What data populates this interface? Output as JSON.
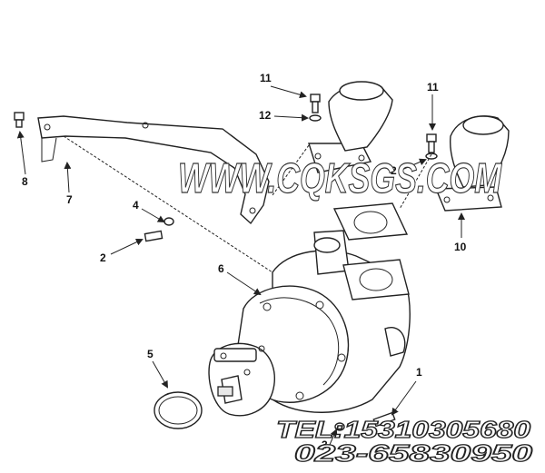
{
  "callouts": {
    "c1": "1",
    "c2a": "2",
    "c2b": "2",
    "c3": "3",
    "c4": "4",
    "c5": "5",
    "c6": "6",
    "c7": "7",
    "c8": "8",
    "c10": "10",
    "c11a": "11",
    "c11b": "11",
    "c12": "12"
  },
  "watermark": {
    "site": "WWW.CQKSGS.COM",
    "tel": "TEL:15310305680",
    "phone": "023-65830950"
  },
  "colors": {
    "ink": "#222222",
    "background": "#ffffff"
  }
}
